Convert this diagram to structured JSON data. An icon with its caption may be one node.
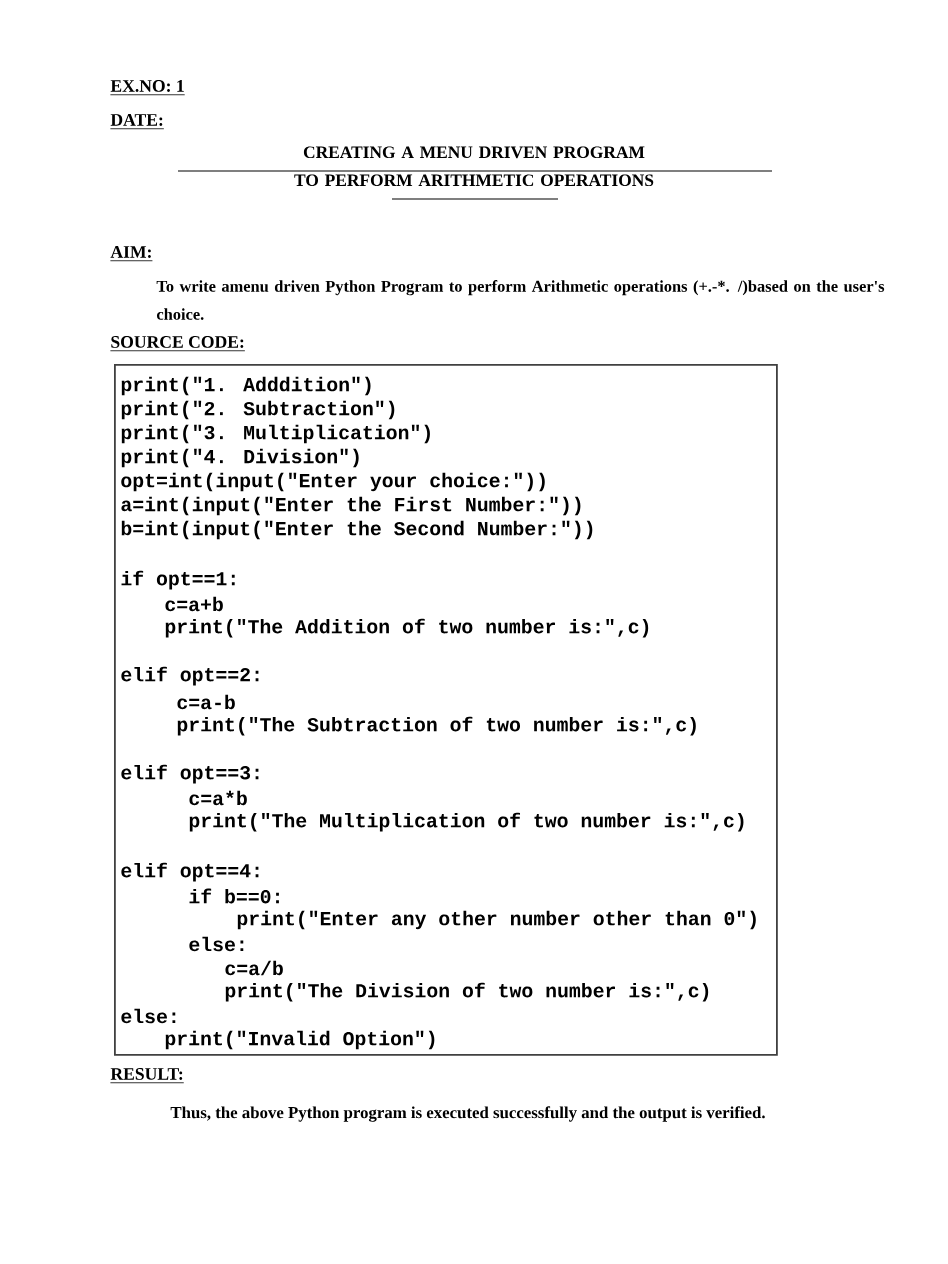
{
  "diagram": {
    "title": "CREATING A MENU DRIVEN PROGRAM TO PERFORM ARITHMETIC OPERATIONS",
    "nodes": [
      {
        "text": [
          "print(\"1. Adddition\")",
          "print(\"2. Subtraction\")",
          "print(\"3. Multiplication\")",
          "print(\"4. Division\")",
          "opt=int(input(\"Enter   your choice:\"))",
          "a=int(input(\"Enter the First Number:\"))",
          "b=int(input(\"Enter the Second Number:\"))",
          "if opt==1:",
          "c=a+b",
          "print(\"The Addition of two number is:\",c)",
          "elif opt==2:",
          "c=a-b",
          "print(\"The Subtraction of two number is:\",c)",
          "elif opt==3:",
          "c=a*b",
          "print(\"The Multiplication of two number is:\",c)",
          "elif opt==4:",
          "if b==0:",
          "print(\"Enter any other number other than 0\")",
          "else:",
          "c=a/b",
          "print(\"The Division of two number is:\",c)",
          "else:",
          "print(\"Invalid Option\")"
        ]
      }
    ],
    "labels": [
      "EX.NO: 1",
      "DATE:",
      "AIM:",
      "To write amenu driven Python Program to perform Arithmetic operations (+.-*. /)based on the user's choice.",
      "SOURCE CODE:",
      "RESULT:",
      "Thus, the above Python program is executed successfully and the output is verified."
    ]
  }
}
